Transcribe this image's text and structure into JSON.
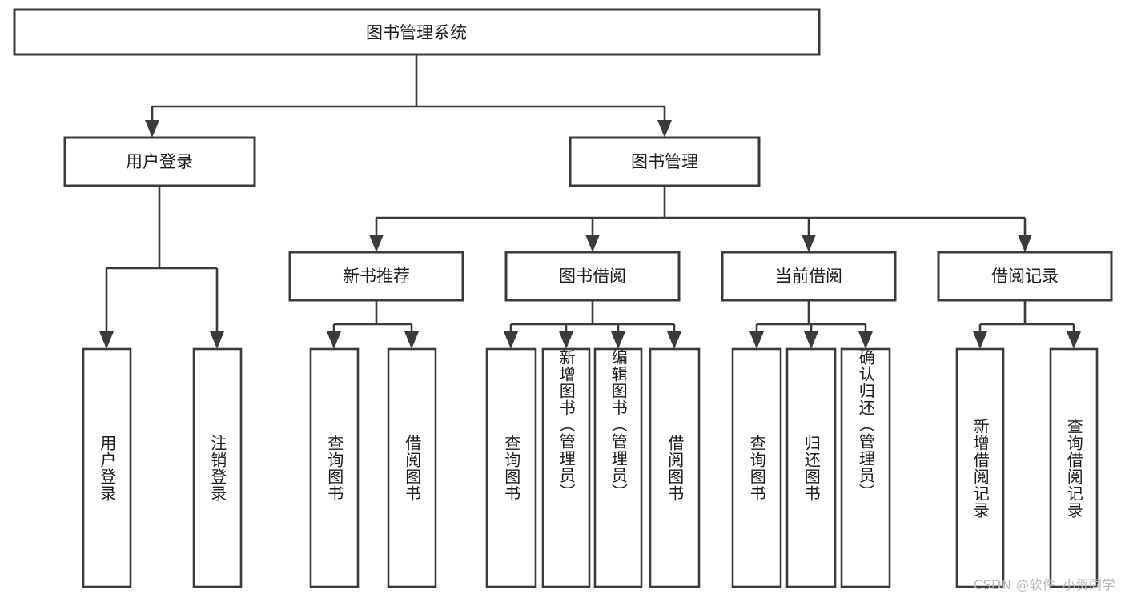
{
  "diagram": {
    "type": "tree",
    "title": "图书管理系统",
    "orientation": "top-down",
    "colors": {
      "stroke": "#3b3b3b",
      "fill": "#ffffff",
      "text": "#1b1b1b",
      "watermark": "#b9b9b9",
      "background": "#ffffff"
    },
    "root": {
      "label": "图书管理系统"
    },
    "level1": [
      {
        "label": "用户登录"
      },
      {
        "label": "图书管理"
      }
    ],
    "level2": [
      {
        "label": "新书推荐"
      },
      {
        "label": "图书借阅"
      },
      {
        "label": "当前借阅"
      },
      {
        "label": "借阅记录"
      }
    ],
    "leaves": {
      "user_login": [
        {
          "label": "用户登录"
        },
        {
          "label": "注销登录"
        }
      ],
      "new_book": [
        {
          "label": "查询图书"
        },
        {
          "label": "借阅图书"
        }
      ],
      "book_borrow": [
        {
          "label": "查询图书"
        },
        {
          "label": "新增图书（管理员）"
        },
        {
          "label": "编辑图书（管理员）"
        },
        {
          "label": "借阅图书"
        }
      ],
      "current_borrow": [
        {
          "label": "查询图书"
        },
        {
          "label": "归还图书"
        },
        {
          "label": "确认归还（管理员）"
        }
      ],
      "borrow_record": [
        {
          "label": "新增借阅记录"
        },
        {
          "label": "查询借阅记录"
        }
      ]
    }
  },
  "watermark": {
    "text": "CSDN @软件_小贺同学"
  }
}
